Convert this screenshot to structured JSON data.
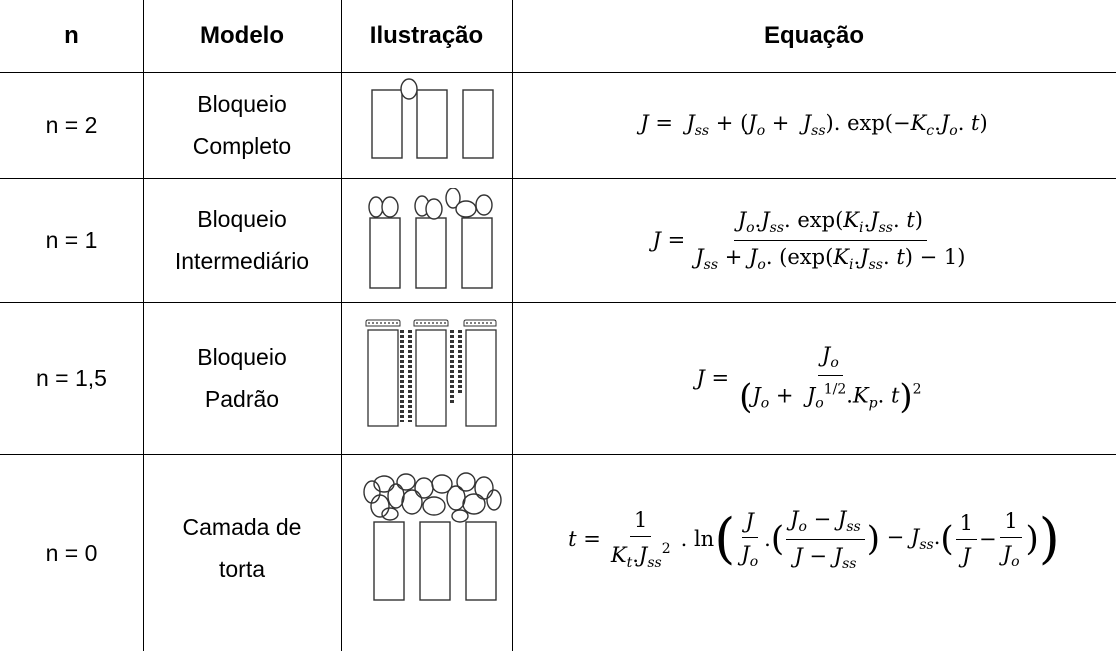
{
  "headers": {
    "n": "n",
    "modelo": "Modelo",
    "ilustracao": "Ilustração",
    "equacao": "Equação"
  },
  "rows": [
    {
      "n": "n = 2",
      "modelo_l1": "Bloqueio",
      "modelo_l2": "Completo",
      "illustration": "complete-blocking-pores-icon"
    },
    {
      "n": "n = 1",
      "modelo_l1": "Bloqueio",
      "modelo_l2": "Intermediário",
      "illustration": "intermediate-blocking-pores-icon"
    },
    {
      "n": "n = 1,5",
      "modelo_l1": "Bloqueio",
      "modelo_l2": "Padrão",
      "illustration": "standard-blocking-pores-icon"
    },
    {
      "n": "n = 0",
      "modelo_l1": "Camada de",
      "modelo_l2": "torta",
      "illustration": "cake-layer-pores-icon"
    }
  ],
  "equations": {
    "eq1": "J = J_ss + (J_o + J_ss). exp(−K_c. J_o. t)",
    "eq2": "J = J_o. J_ss. exp(K_i. J_ss. t) / (J_ss + J_o. (exp(K_i. J_ss. t) − 1))",
    "eq3": "J = J_o / (J_o + J_o^(1/2). K_p. t)^2",
    "eq4": "t = 1/(K_t. J_ss^2). ln( J/J_o . ((J_o − J_ss)/(J − J_ss)) − J_ss. (1/J − 1/J_o) )"
  }
}
